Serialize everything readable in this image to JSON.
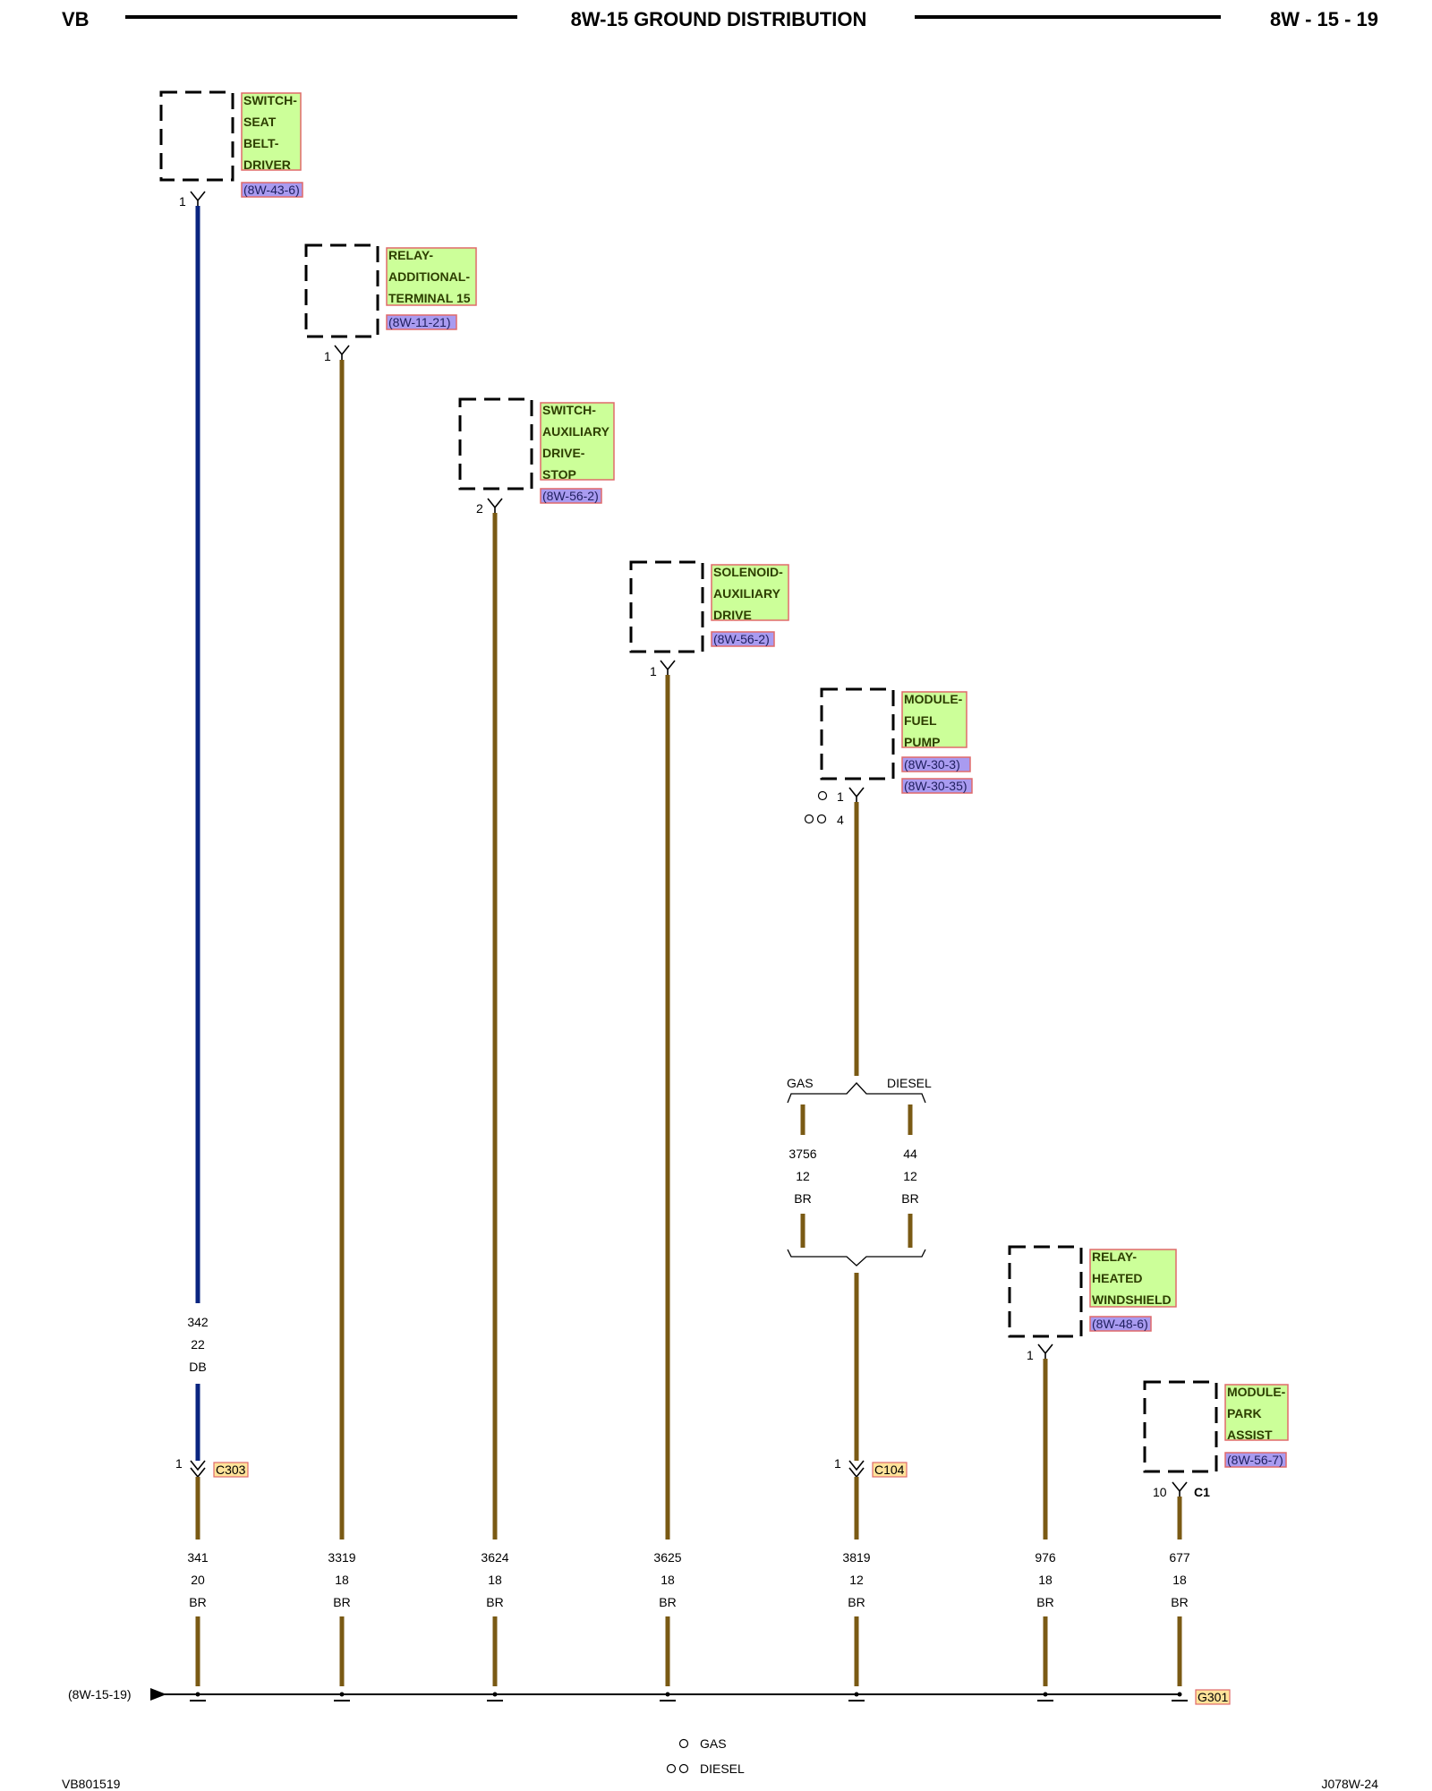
{
  "header": {
    "left": "VB",
    "title": "8W-15 GROUND DISTRIBUTION",
    "right": "8W - 15 - 19"
  },
  "footer": {
    "left": "VB801519",
    "right": "J078W-24"
  },
  "components": [
    {
      "id": "switch-seat-belt-driver",
      "lines": [
        "SWITCH-",
        "SEAT",
        "BELT-",
        "DRIVER"
      ],
      "refs": [
        "(8W-43-6)"
      ],
      "pin": "1"
    },
    {
      "id": "relay-additional-terminal-15",
      "lines": [
        "RELAY-",
        "ADDITIONAL-",
        "TERMINAL 15"
      ],
      "refs": [
        "(8W-11-21)"
      ],
      "pin": "1"
    },
    {
      "id": "switch-auxiliary-drive-stop",
      "lines": [
        "SWITCH-",
        "AUXILIARY",
        "DRIVE-",
        "STOP"
      ],
      "refs": [
        "(8W-56-2)"
      ],
      "pin": "2"
    },
    {
      "id": "solenoid-auxiliary-drive",
      "lines": [
        "SOLENOID-",
        "AUXILIARY",
        "DRIVE"
      ],
      "refs": [
        "(8W-56-2)"
      ],
      "pin": "1"
    },
    {
      "id": "module-fuel-pump",
      "lines": [
        "MODULE-",
        "FUEL",
        "PUMP"
      ],
      "refs": [
        "(8W-30-3)",
        "(8W-30-35)"
      ],
      "pins": [
        "1",
        "4"
      ]
    },
    {
      "id": "relay-heated-windshield",
      "lines": [
        "RELAY-",
        "HEATED",
        "WINDSHIELD"
      ],
      "refs": [
        "(8W-48-6)"
      ],
      "pin": "1"
    },
    {
      "id": "module-park-assist",
      "lines": [
        "MODULE-",
        "PARK",
        "ASSIST"
      ],
      "refs": [
        "(8W-56-7)"
      ],
      "pin": "10",
      "connector": "C1"
    }
  ],
  "wires": [
    {
      "circuit": "342",
      "gauge": "22",
      "color": "DB"
    },
    {
      "circuit": "341",
      "gauge": "20",
      "color": "BR"
    },
    {
      "circuit": "3319",
      "gauge": "18",
      "color": "BR"
    },
    {
      "circuit": "3624",
      "gauge": "18",
      "color": "BR"
    },
    {
      "circuit": "3625",
      "gauge": "18",
      "color": "BR"
    },
    {
      "circuit": "3756",
      "gauge": "12",
      "color": "BR"
    },
    {
      "circuit": "44",
      "gauge": "12",
      "color": "BR"
    },
    {
      "circuit": "3819",
      "gauge": "12",
      "color": "BR"
    },
    {
      "circuit": "976",
      "gauge": "18",
      "color": "BR"
    },
    {
      "circuit": "677",
      "gauge": "18",
      "color": "BR"
    }
  ],
  "connectors": [
    {
      "name": "C303",
      "pin": "1"
    },
    {
      "name": "C104",
      "pin": "1"
    }
  ],
  "variants": {
    "gas": "GAS",
    "diesel": "DIESEL"
  },
  "ground": {
    "name": "G301",
    "ref": "(8W-15-19)"
  },
  "legend": {
    "gas": "GAS",
    "diesel": "DIESEL"
  },
  "colors": {
    "wire_br": "#7a5a14",
    "wire_db": "#0a2580",
    "label_fill": "#ccff99",
    "label_border": "#e06a6a",
    "ref_fill": "#a99bf0"
  }
}
